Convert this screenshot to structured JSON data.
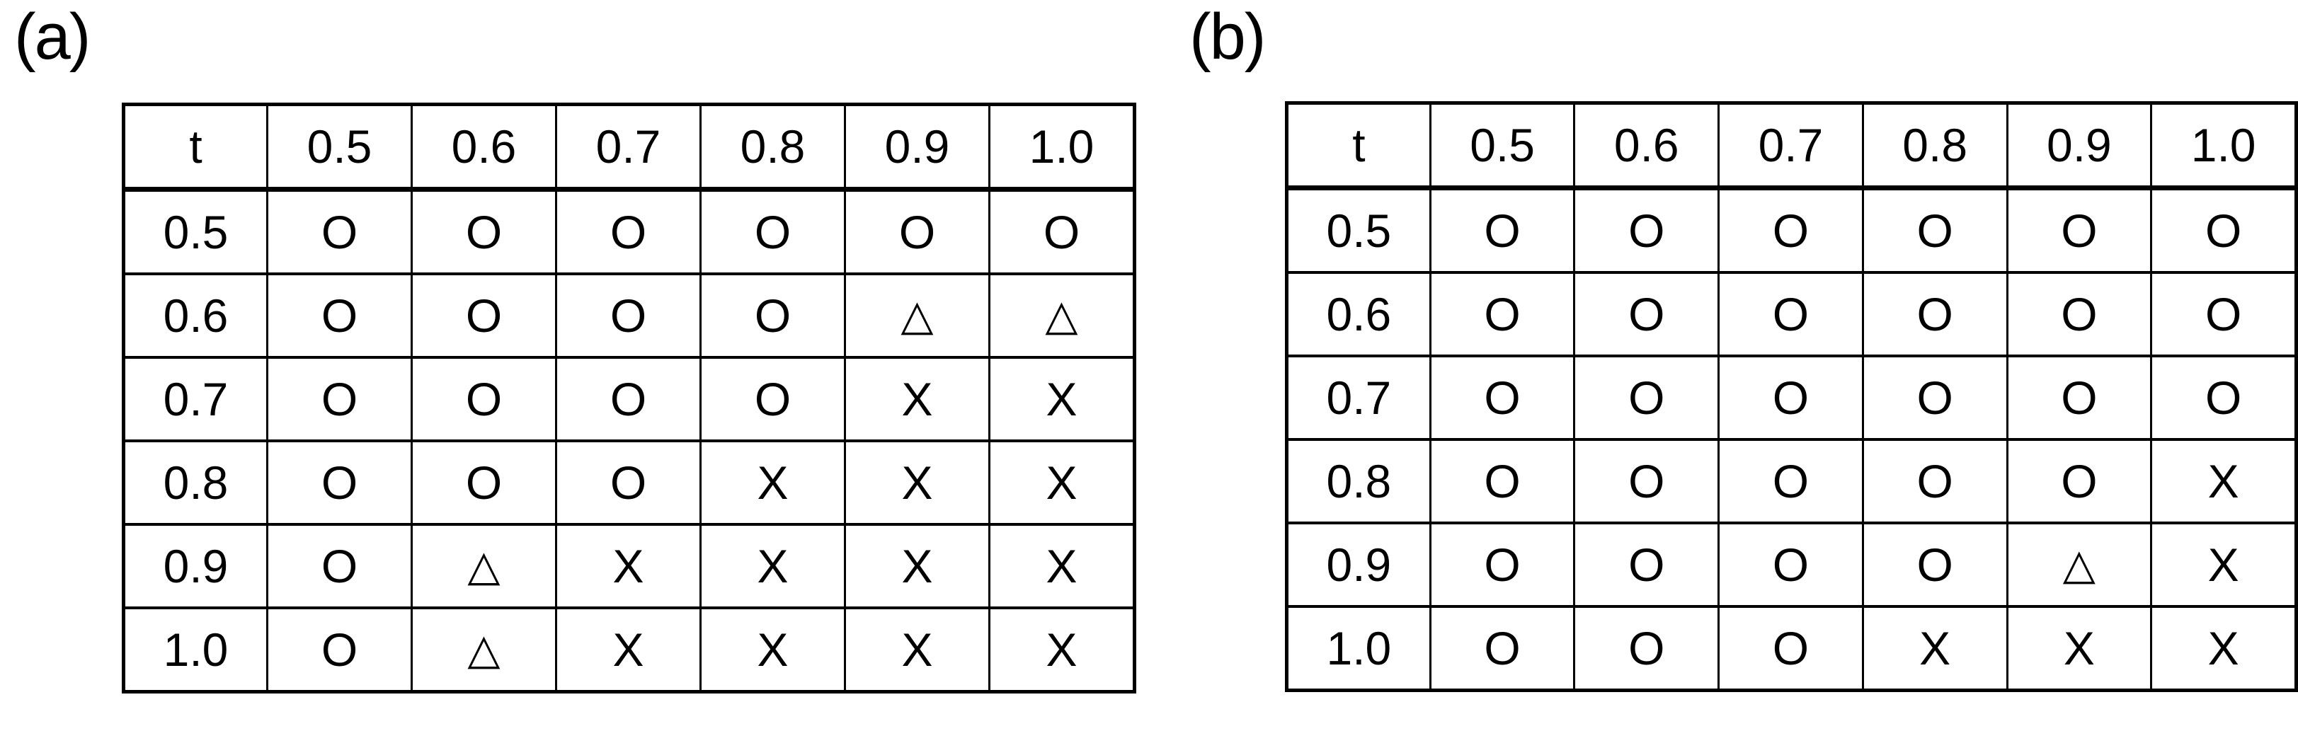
{
  "page": {
    "background_color": "#ffffff",
    "text_color": "#000000",
    "border_color": "#000000"
  },
  "symbols": {
    "circle": "O",
    "triangle": "△",
    "cross": "X"
  },
  "panels": [
    {
      "id": "a",
      "label": "(a)",
      "corner_header": "t",
      "column_headers": [
        "0.5",
        "0.6",
        "0.7",
        "0.8",
        "0.9",
        "1.0"
      ],
      "row_headers": [
        "0.5",
        "0.6",
        "0.7",
        "0.8",
        "0.9",
        "1.0"
      ],
      "cells": [
        [
          "O",
          "O",
          "O",
          "O",
          "O",
          "O"
        ],
        [
          "O",
          "O",
          "O",
          "O",
          "△",
          "△"
        ],
        [
          "O",
          "O",
          "O",
          "O",
          "X",
          "X"
        ],
        [
          "O",
          "O",
          "O",
          "X",
          "X",
          "X"
        ],
        [
          "O",
          "△",
          "X",
          "X",
          "X",
          "X"
        ],
        [
          "O",
          "△",
          "X",
          "X",
          "X",
          "X"
        ]
      ]
    },
    {
      "id": "b",
      "label": "(b)",
      "corner_header": "t",
      "column_headers": [
        "0.5",
        "0.6",
        "0.7",
        "0.8",
        "0.9",
        "1.0"
      ],
      "row_headers": [
        "0.5",
        "0.6",
        "0.7",
        "0.8",
        "0.9",
        "1.0"
      ],
      "cells": [
        [
          "O",
          "O",
          "O",
          "O",
          "O",
          "O"
        ],
        [
          "O",
          "O",
          "O",
          "O",
          "O",
          "O"
        ],
        [
          "O",
          "O",
          "O",
          "O",
          "O",
          "O"
        ],
        [
          "O",
          "O",
          "O",
          "O",
          "O",
          "X"
        ],
        [
          "O",
          "O",
          "O",
          "O",
          "△",
          "X"
        ],
        [
          "O",
          "O",
          "O",
          "X",
          "X",
          "X"
        ]
      ]
    }
  ],
  "chart_data": [
    {
      "type": "table",
      "title": "(a)",
      "corner_header": "t",
      "column_headers": [
        "0.5",
        "0.6",
        "0.7",
        "0.8",
        "0.9",
        "1.0"
      ],
      "row_headers": [
        "0.5",
        "0.6",
        "0.7",
        "0.8",
        "0.9",
        "1.0"
      ],
      "cells": [
        [
          "O",
          "O",
          "O",
          "O",
          "O",
          "O"
        ],
        [
          "O",
          "O",
          "O",
          "O",
          "△",
          "△"
        ],
        [
          "O",
          "O",
          "O",
          "O",
          "X",
          "X"
        ],
        [
          "O",
          "O",
          "O",
          "X",
          "X",
          "X"
        ],
        [
          "O",
          "△",
          "X",
          "X",
          "X",
          "X"
        ],
        [
          "O",
          "△",
          "X",
          "X",
          "X",
          "X"
        ]
      ]
    },
    {
      "type": "table",
      "title": "(b)",
      "corner_header": "t",
      "column_headers": [
        "0.5",
        "0.6",
        "0.7",
        "0.8",
        "0.9",
        "1.0"
      ],
      "row_headers": [
        "0.5",
        "0.6",
        "0.7",
        "0.8",
        "0.9",
        "1.0"
      ],
      "cells": [
        [
          "O",
          "O",
          "O",
          "O",
          "O",
          "O"
        ],
        [
          "O",
          "O",
          "O",
          "O",
          "O",
          "O"
        ],
        [
          "O",
          "O",
          "O",
          "O",
          "O",
          "O"
        ],
        [
          "O",
          "O",
          "O",
          "O",
          "O",
          "X"
        ],
        [
          "O",
          "O",
          "O",
          "O",
          "△",
          "X"
        ],
        [
          "O",
          "O",
          "O",
          "X",
          "X",
          "X"
        ]
      ]
    }
  ]
}
